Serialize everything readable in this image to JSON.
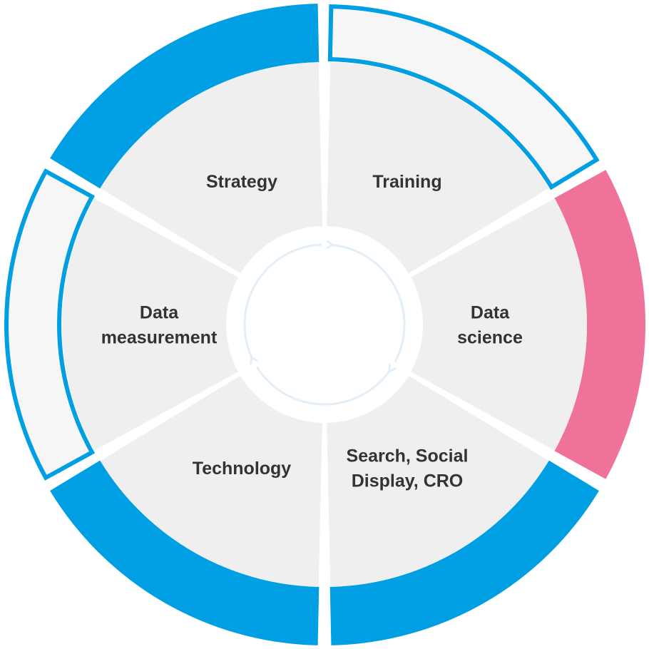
{
  "colors": {
    "background": "#ffffff",
    "segment_fill": "#efefef",
    "blue": "#009fe3",
    "pink": "#ef7299",
    "outline_fill": "#f6f6f6",
    "label": "#333333",
    "center_ring": "#e3eef7"
  },
  "segments": [
    {
      "id": "strategy",
      "lines": [
        "Strategy"
      ]
    },
    {
      "id": "training",
      "lines": [
        "Training"
      ]
    },
    {
      "id": "data-science",
      "lines": [
        "Data",
        "science"
      ]
    },
    {
      "id": "search",
      "lines": [
        "Search, Social",
        "Display, CRO"
      ]
    },
    {
      "id": "technology",
      "lines": [
        "Technology"
      ]
    },
    {
      "id": "measurement",
      "lines": [
        "Data",
        "measurement"
      ]
    }
  ],
  "outer_arcs": [
    {
      "id": "top-left",
      "style": "blue-filled"
    },
    {
      "id": "top-right",
      "style": "blue-outline"
    },
    {
      "id": "right",
      "style": "pink-filled"
    },
    {
      "id": "bottom-right",
      "style": "blue-filled"
    },
    {
      "id": "bottom-left",
      "style": "blue-filled"
    },
    {
      "id": "left",
      "style": "blue-outline"
    }
  ],
  "center_icon": "cycle-arrows-icon"
}
